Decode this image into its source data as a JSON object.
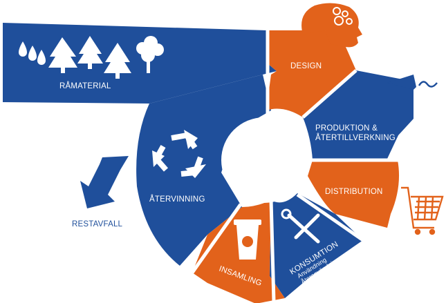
{
  "colors": {
    "blue": "#1f4f9b",
    "orange": "#e2621b",
    "white": "#ffffff"
  },
  "labels": {
    "ramaterial": "RÅMATERIAL",
    "design": "DESIGN",
    "produktion_1": "PRODUKTION &",
    "produktion_2": "ÅTERTILLVERKNING",
    "distribution": "DISTRIBUTION",
    "konsumtion": "KONSUMTION",
    "konsumtion_sub": [
      "Användning",
      "Återanvändning",
      "Reparation"
    ],
    "insamling": "INSAMLING",
    "atervinning": "ÅTERVINNING",
    "restavfall": "RESTAVFALL"
  },
  "icons": [
    "water-drop-icon",
    "pine-tree-icon",
    "deciduous-tree-icon",
    "recycle-icon",
    "head-gears-icon",
    "factory-icon",
    "shopping-cart-icon",
    "tools-icon",
    "recycling-bin-icon",
    "arrow-down-icon"
  ]
}
